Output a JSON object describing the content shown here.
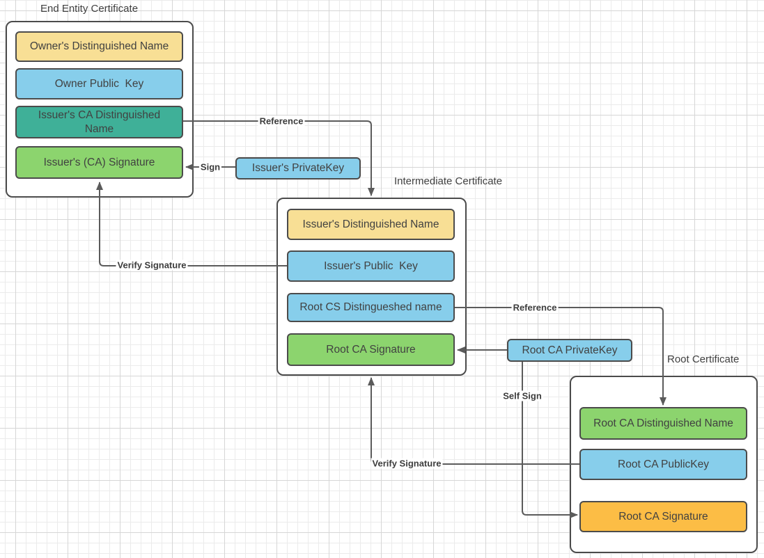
{
  "certificates": {
    "end_entity": {
      "title": "End Entity Certificate",
      "fields": [
        {
          "label": "Owner's Distinguished Name",
          "color": "yellow"
        },
        {
          "label": "Owner Public  Key",
          "color": "blue"
        },
        {
          "label": "Issuer's CA Distinguished Name",
          "color": "teal"
        },
        {
          "label": "Issuer's (CA) Signature",
          "color": "green"
        }
      ]
    },
    "intermediate": {
      "title": "Intermediate Certificate",
      "fields": [
        {
          "label": "Issuer's Distinguished Name",
          "color": "yellow"
        },
        {
          "label": "Issuer's Public  Key",
          "color": "blue"
        },
        {
          "label": "Root CS Distingueshed name",
          "color": "blue"
        },
        {
          "label": "Root CA Signature",
          "color": "green"
        }
      ]
    },
    "root": {
      "title": "Root Certificate",
      "fields": [
        {
          "label": "Root CA Distinguished Name",
          "color": "green"
        },
        {
          "label": "Root CA PublicKey",
          "color": "blue"
        },
        {
          "label": "Root CA Signature",
          "color": "orange"
        }
      ]
    }
  },
  "keys": {
    "issuer_private_key": {
      "label": "Issuer's PrivateKey",
      "color": "blue"
    },
    "root_ca_private_key": {
      "label": "Root CA PrivateKey",
      "color": "blue"
    }
  },
  "edges": {
    "reference_1": {
      "label": "Reference"
    },
    "sign": {
      "label": "Sign"
    },
    "verify_signature_1": {
      "label": "Verify Signature"
    },
    "reference_2": {
      "label": "Reference"
    },
    "self_sign": {
      "label": "Self Sign"
    },
    "verify_signature_2": {
      "label": "Verify Signature"
    }
  },
  "colors": {
    "yellow": "#f8df95",
    "blue": "#87ceeb",
    "teal": "#3fb098",
    "green": "#8cd46e",
    "orange": "#fcbd45",
    "box_border": "#4b4b4b",
    "line": "#5b5b5b",
    "text": "#414141"
  }
}
